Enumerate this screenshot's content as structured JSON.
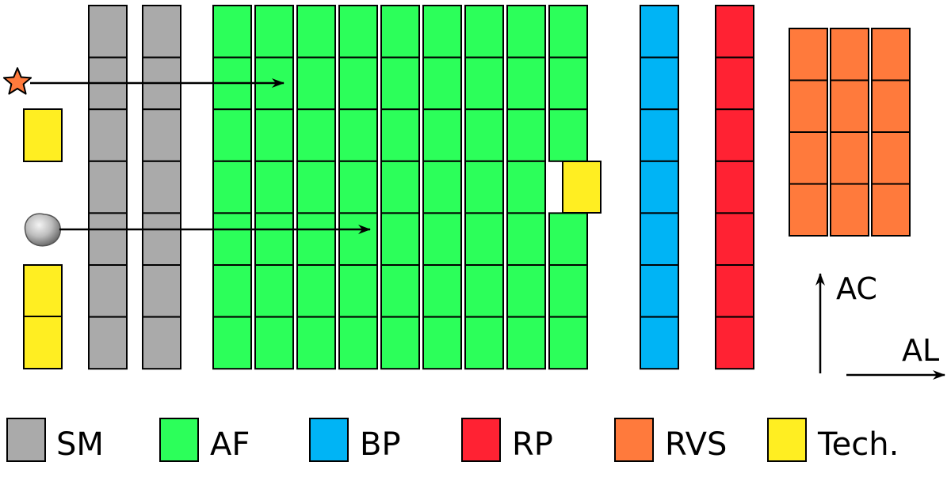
{
  "colors": {
    "SM": "#aaaaaa",
    "AF": "#2cff5a",
    "BP": "#00b4f5",
    "RP": "#ff2233",
    "RVS": "#ff7a3c",
    "Tech": "#ffee22",
    "star": "#ff7a3c",
    "outline": "#000000"
  },
  "axes": {
    "ac_label": "AC",
    "al_label": "AL"
  },
  "legend": [
    {
      "key": "SM",
      "label": "SM"
    },
    {
      "key": "AF",
      "label": "AF"
    },
    {
      "key": "BP",
      "label": "BP"
    },
    {
      "key": "RP",
      "label": "RP"
    },
    {
      "key": "RVS",
      "label": "RVS"
    },
    {
      "key": "Tech",
      "label": "Tech."
    }
  ],
  "icons": {
    "source_1": "star-icon",
    "source_2": "asteroid-icon"
  }
}
